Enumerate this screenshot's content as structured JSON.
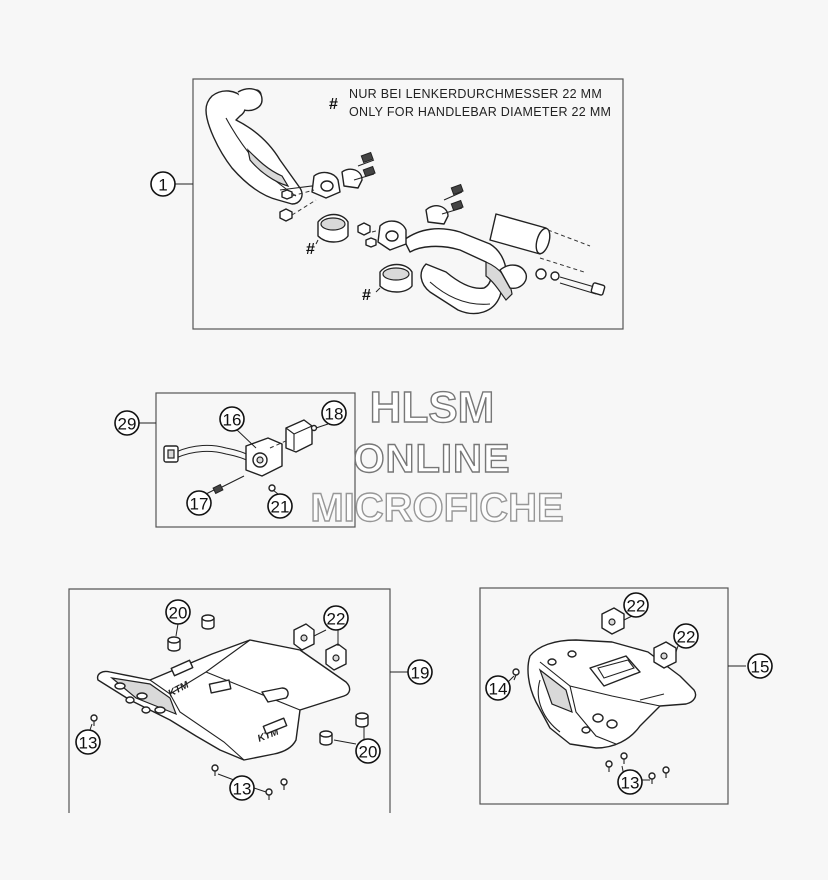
{
  "note": {
    "symbol": "#",
    "line_de": "NUR BEI LENKERDURCHMESSER 22 MM",
    "line_en": "ONLY FOR HANDLEBAR DIAMETER 22 MM"
  },
  "hash_marks": [
    "#",
    "#",
    "#"
  ],
  "callouts": {
    "c1": "1",
    "c29": "29",
    "c16": "16",
    "c18": "18",
    "c17": "17",
    "c21": "21",
    "c20a": "20",
    "c22a": "22",
    "c19": "19",
    "c13a": "13",
    "c20b": "20",
    "c13b": "13",
    "c22b": "22",
    "c22c": "22",
    "c15": "15",
    "c14": "14",
    "c13c": "13"
  },
  "watermark": {
    "line1": "HLSM",
    "line2": "ONLINE",
    "line3": "MICROFICHE"
  }
}
